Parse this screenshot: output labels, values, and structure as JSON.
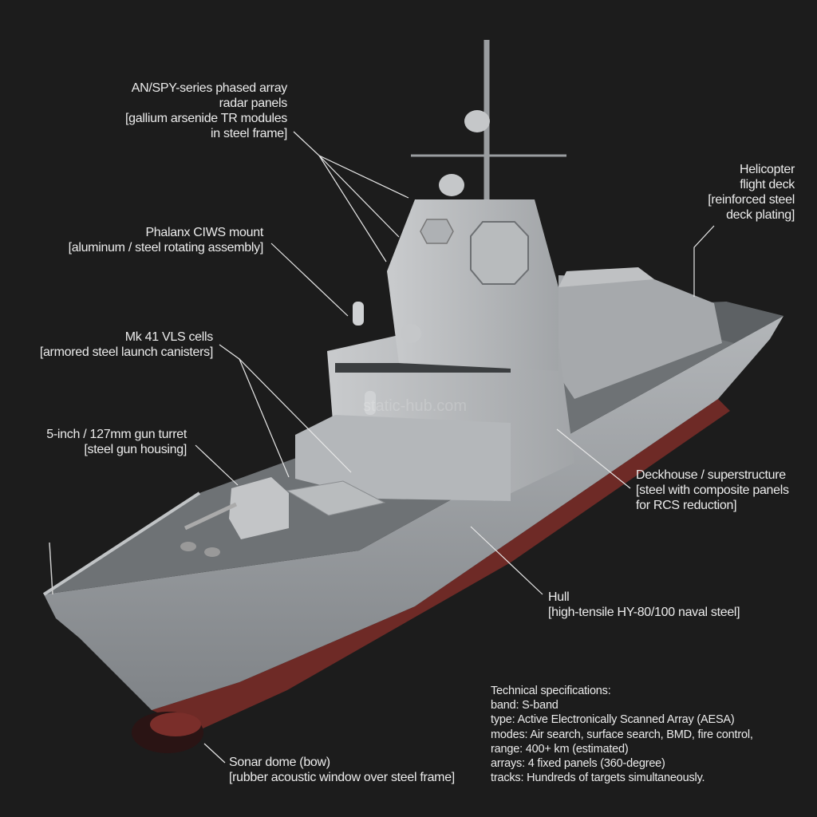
{
  "labels": {
    "radar": {
      "title": [
        "AN/SPY-series phased array",
        "radar panels"
      ],
      "material": [
        "[gallium arsenide TR modules",
        "in steel frame]"
      ]
    },
    "helicopter": {
      "title": [
        "Helicopter",
        "flight deck"
      ],
      "material": [
        "[reinforced steel",
        "deck plating]"
      ]
    },
    "phalanx": {
      "title": "Phalanx CIWS mount",
      "material": "[aluminum / steel rotating assembly]"
    },
    "vls": {
      "title": "Mk 41 VLS cells",
      "material": "[armored steel launch canisters]"
    },
    "gun": {
      "title": "5-inch / 127mm gun turret",
      "material": "[steel gun housing]"
    },
    "deckhouse": {
      "title": "Deckhouse / superstructure",
      "material": [
        "[steel with composite panels",
        "for RCS reduction]"
      ]
    },
    "hull": {
      "title": "Hull",
      "material": "[high-tensile HY-80/100 naval steel]"
    },
    "sonar": {
      "title": "Sonar dome (bow)",
      "material": "[rubber acoustic window over steel frame]"
    }
  },
  "specs": {
    "heading": "Technical specifications:",
    "lines": [
      "band: S-band",
      "type: Active Electronically Scanned Array (AESA)",
      "modes: Air search, surface search, BMD, fire control,",
      "range: 400+ km (estimated)",
      "arrays: 4 fixed panels (360-degree)",
      "tracks: Hundreds of targets simultaneously."
    ]
  },
  "watermark": "static-hub.com",
  "colors": {
    "background": "#1c1c1c",
    "hull": "#9a9ea2",
    "deck": "#6e7275",
    "antifouling": "#6e2a26",
    "label": "#ececec"
  }
}
